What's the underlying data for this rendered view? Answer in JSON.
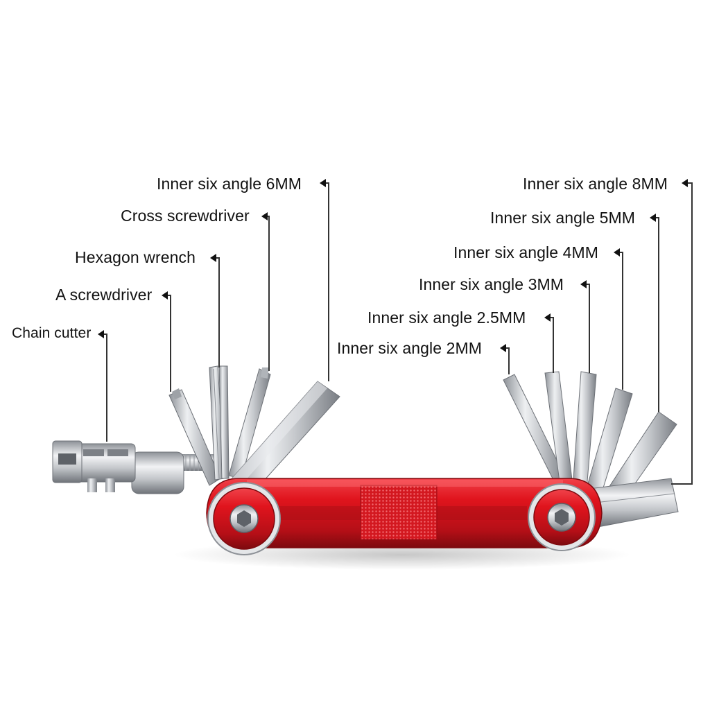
{
  "colors": {
    "background": "#ffffff",
    "handle": "#d81620",
    "handle_dark": "#8e0c12",
    "steel": "#c9ccd0",
    "steel_dark": "#7c8086",
    "leader": "#333333",
    "text": "#111111"
  },
  "callouts": {
    "left": [
      {
        "label": "Inner six angle 6MM"
      },
      {
        "label": "Cross screwdriver"
      },
      {
        "label": "Hexagon wrench"
      },
      {
        "label": "A screwdriver"
      },
      {
        "label": "Chain cutter"
      }
    ],
    "right": [
      {
        "label": "Inner six angle 8MM"
      },
      {
        "label": "Inner six angle 5MM"
      },
      {
        "label": "Inner six angle 4MM"
      },
      {
        "label": "Inner six angle 3MM"
      },
      {
        "label": "Inner six angle 2.5MM"
      },
      {
        "label": "Inner six angle 2MM"
      }
    ]
  }
}
